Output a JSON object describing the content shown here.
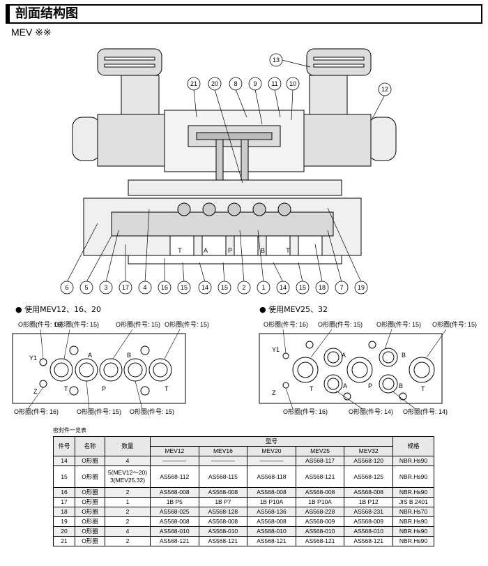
{
  "title": "剖面结构图",
  "model": "MEV ※※",
  "callouts_top": [
    "13",
    "21",
    "20",
    "8",
    "9",
    "11",
    "10",
    "12"
  ],
  "callouts_bottom": [
    "6",
    "5",
    "3",
    "17",
    "4",
    "16",
    "15",
    "14",
    "15",
    "2",
    "1",
    "14",
    "15",
    "18",
    "7",
    "19"
  ],
  "port_letters_section": [
    "T",
    "A",
    "P",
    "B",
    "T"
  ],
  "left_view": {
    "heading": "● 使用MEV12、16、20",
    "labels_top": [
      "O形圈(件号: 16)",
      "O形圈(件号: 15)",
      "O形圈(件号: 15)",
      "O形圈(件号: 15)"
    ],
    "labels_bottom": [
      "O形圈(件号: 16)",
      "O形圈(件号: 15)",
      "O形圈(件号: 15)"
    ],
    "ports": [
      "Y1",
      "A",
      "B",
      "Z",
      "T",
      "P",
      "T"
    ]
  },
  "right_view": {
    "heading": "● 使用MEV25、32",
    "labels_top": [
      "O形圈(件号: 16)",
      "O形圈(件号: 15)",
      "O形圈(件号: 15)",
      "O形圈(件号: 15)"
    ],
    "labels_bottom": [
      "O形圈(件号: 16)",
      "O形圈(件号: 14)",
      "O形圈(件号: 14)"
    ],
    "ports": [
      "Y1",
      "A",
      "B",
      "Z",
      "T",
      "A",
      "P",
      "B",
      "T"
    ]
  },
  "table": {
    "caption": "密封件一览表",
    "headers": {
      "part_no": "件号",
      "name": "名称",
      "qty": "数量",
      "model": "型号",
      "spec": "规格"
    },
    "models": [
      "MEV12",
      "MEV16",
      "MEV20",
      "MEV25",
      "MEV32"
    ],
    "rows": [
      {
        "no": "14",
        "name": "O形圈",
        "qty": "4",
        "vals": [
          "————",
          "————",
          "————",
          "AS568-117",
          "AS568-120"
        ],
        "spec": "NBR.Hs90"
      },
      {
        "no": "15",
        "name": "O形圈",
        "qty": "5(MEV12～20)\n3(MEV25.32)",
        "vals": [
          "AS568-112",
          "AS568-115",
          "AS568-118",
          "AS568-121",
          "AS568-125"
        ],
        "spec": "NBR.Hs90"
      },
      {
        "no": "16",
        "name": "O形圈",
        "qty": "2",
        "vals": [
          "AS568-008",
          "AS568-008",
          "AS568-008",
          "AS568-008",
          "AS568-008"
        ],
        "spec": "NBR.Hs90"
      },
      {
        "no": "17",
        "name": "O形圈",
        "qty": "1",
        "vals": [
          "1B P5",
          "1B P7",
          "1B P10A",
          "1B P10A",
          "1B P12"
        ],
        "spec": "JIS B 2401"
      },
      {
        "no": "18",
        "name": "O形圈",
        "qty": "2",
        "vals": [
          "AS568-025",
          "AS568-128",
          "AS568-136",
          "AS568-228",
          "AS568-231"
        ],
        "spec": "NBR.Hs70"
      },
      {
        "no": "19",
        "name": "O形圈",
        "qty": "2",
        "vals": [
          "AS568-008",
          "AS568-008",
          "AS568-008",
          "AS568-009",
          "AS568-009"
        ],
        "spec": "NBR.Hs90"
      },
      {
        "no": "20",
        "name": "O形圈",
        "qty": "4",
        "vals": [
          "AS568-010",
          "AS568-010",
          "AS568-010",
          "AS568-010",
          "AS568-010"
        ],
        "spec": "NBR.Hs90"
      },
      {
        "no": "21",
        "name": "O形圈",
        "qty": "2",
        "vals": [
          "AS568-121",
          "AS568-121",
          "AS568-121",
          "AS568-121",
          "AS568-121"
        ],
        "spec": "NBR.Hs90"
      }
    ]
  }
}
